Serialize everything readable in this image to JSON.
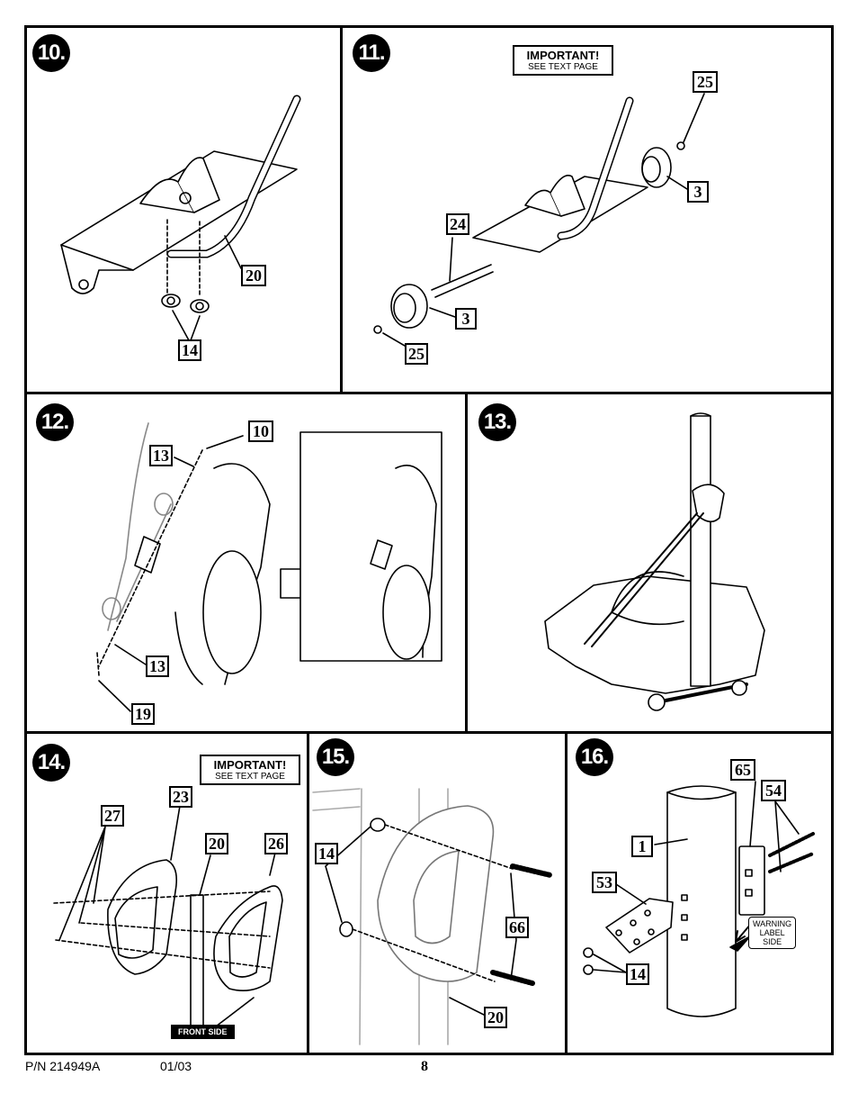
{
  "steps": {
    "s10": {
      "number": "10.",
      "callouts": [
        "20",
        "14"
      ]
    },
    "s11": {
      "number": "11.",
      "important": {
        "title": "IMPORTANT!",
        "sub": "SEE TEXT PAGE"
      },
      "callouts": [
        "25",
        "3",
        "24",
        "3",
        "25"
      ]
    },
    "s12": {
      "number": "12.",
      "callouts": [
        "10",
        "13",
        "13",
        "19"
      ]
    },
    "s13": {
      "number": "13."
    },
    "s14": {
      "number": "14.",
      "important": {
        "title": "IMPORTANT!",
        "sub": "SEE TEXT PAGE"
      },
      "callouts": [
        "23",
        "27",
        "20",
        "26"
      ],
      "front_side": "FRONT SIDE"
    },
    "s15": {
      "number": "15.",
      "callouts": [
        "14",
        "66",
        "20"
      ]
    },
    "s16": {
      "number": "16.",
      "callouts": [
        "65",
        "54",
        "1",
        "53",
        "14"
      ],
      "warning": [
        "WARNING",
        "LABEL",
        "SIDE"
      ]
    }
  },
  "footer": {
    "part_number": "P/N 214949A",
    "date": "01/03",
    "page": "8"
  }
}
